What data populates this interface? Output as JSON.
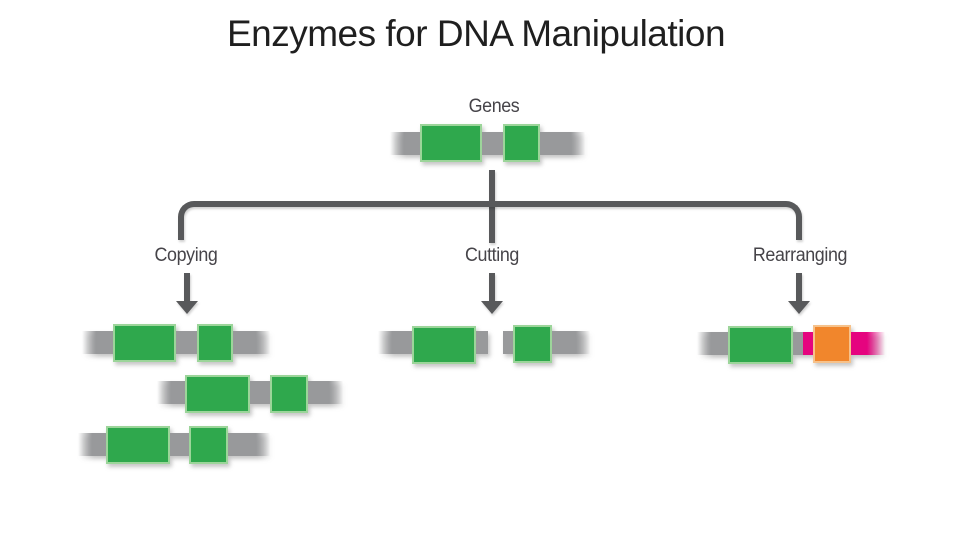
{
  "slide": {
    "title": "Enzymes for DNA Manipulation"
  },
  "diagram": {
    "root": {
      "label": "Genes"
    },
    "branches": {
      "copying": {
        "label": "Copying",
        "result": "three copied gene strands"
      },
      "cutting": {
        "label": "Cutting",
        "result": "strand cut into two fragments"
      },
      "rearranging": {
        "label": "Rearranging",
        "result": "strand joined with foreign DNA and insert block"
      }
    },
    "colors": {
      "gene_green": "#2FA84D",
      "gene_green_border": "#9CD59A",
      "backbone_gray": "#98999B",
      "connector_gray": "#58595B",
      "branch_label_text": "#464449",
      "title_text": "#1F1F1F",
      "insert_orange": "#F1862C",
      "insert_orange_border": "#F6C28B",
      "foreign_dna_magenta": "#E5047F"
    }
  }
}
